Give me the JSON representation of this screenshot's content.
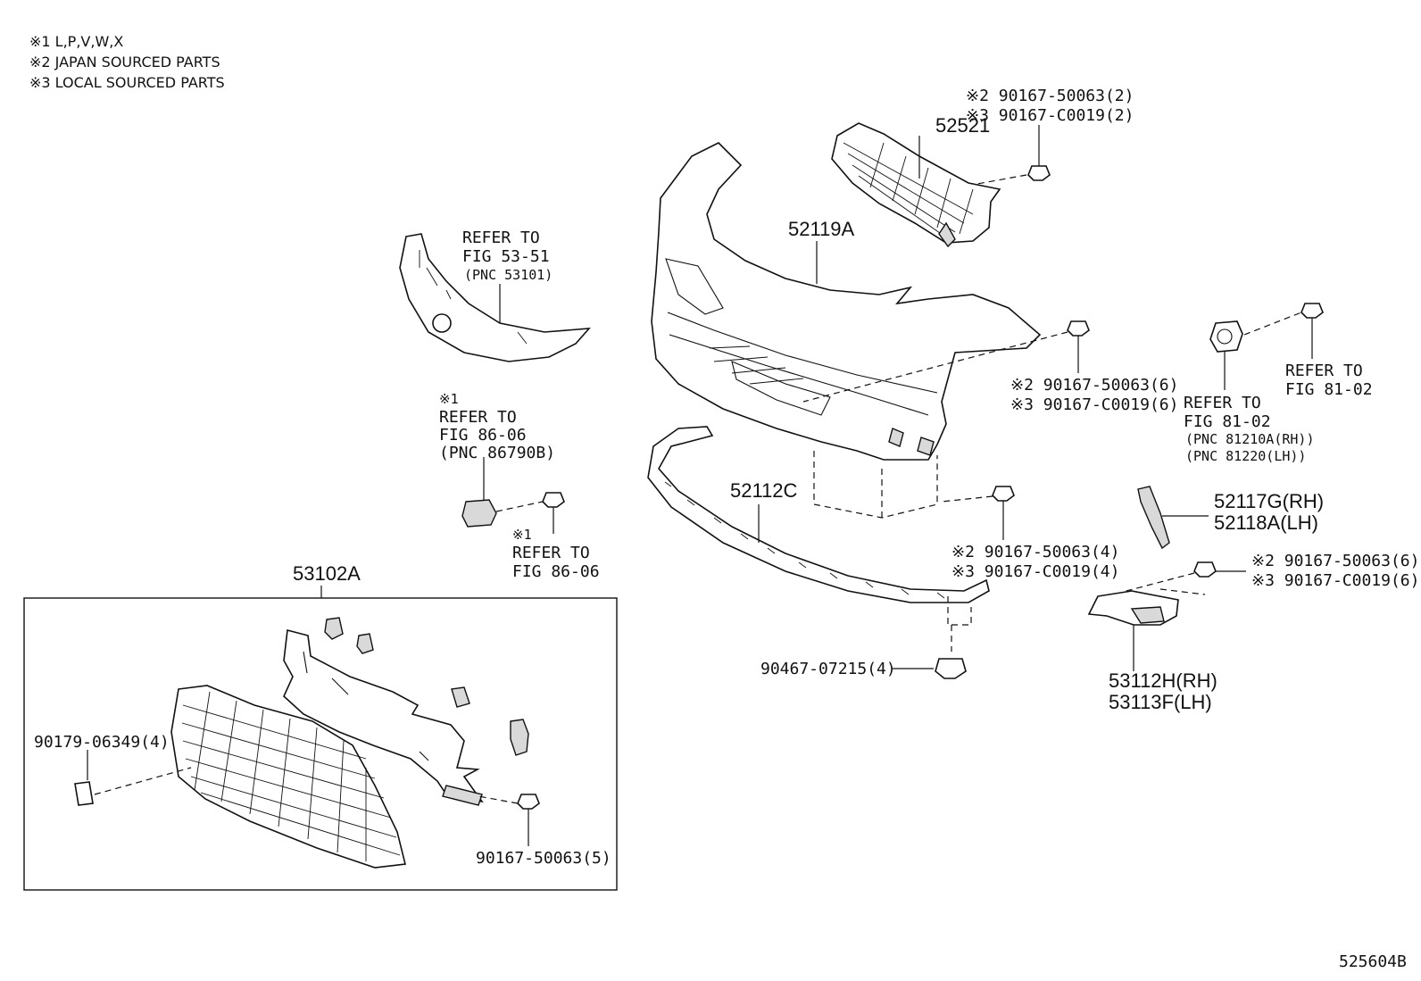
{
  "legend": [
    "※1 L,P,V,W,X",
    "※2 JAPAN SOURCED PARTS",
    "※3 LOCAL SOURCED PARTS"
  ],
  "labels": {
    "p52521": "52521",
    "p52119A": "52119A",
    "p52112C": "52112C",
    "p53102A": "53102A",
    "p52117G": "52117G(RH)",
    "p52118A": "52118A(LH)",
    "p53112H": "53112H(RH)",
    "p53113F": "53113F(LH)",
    "bolt_top_a": "※2 90167-50063(2)",
    "bolt_top_b": "※3 90167-C0019(2)",
    "bolt_mid_a": "※2 90167-50063(6)",
    "bolt_mid_b": "※3 90167-C0019(6)",
    "bolt_low_a": "※2 90167-50063(4)",
    "bolt_low_b": "※3 90167-C0019(4)",
    "bolt_rt_a": "※2 90167-50063(6)",
    "bolt_rt_b": "※3 90167-C0019(6)",
    "clip_90467": "90467-07215(4)",
    "nut_90179": "90179-06349(4)",
    "screw_90167_5": "90167-50063(5)",
    "ref_5351_a": "REFER TO",
    "ref_5351_b": "FIG 53-51",
    "ref_5351_c": "(PNC 53101)",
    "ref_8606a_0": "※1",
    "ref_8606a_a": "REFER TO",
    "ref_8606a_b": "FIG 86-06",
    "ref_8606a_c": "(PNC 86790B)",
    "ref_8606b_0": "※1",
    "ref_8606b_a": "REFER TO",
    "ref_8606b_b": "FIG 86-06",
    "ref_8102a_a": "REFER TO",
    "ref_8102a_b": "FIG 81-02",
    "ref_8102b_a": "REFER TO",
    "ref_8102b_b": "FIG 81-02",
    "ref_8102b_c": "(PNC 81210A(RH))",
    "ref_8102b_d": "(PNC 81220(LH))",
    "drawing_no": "525604B"
  }
}
